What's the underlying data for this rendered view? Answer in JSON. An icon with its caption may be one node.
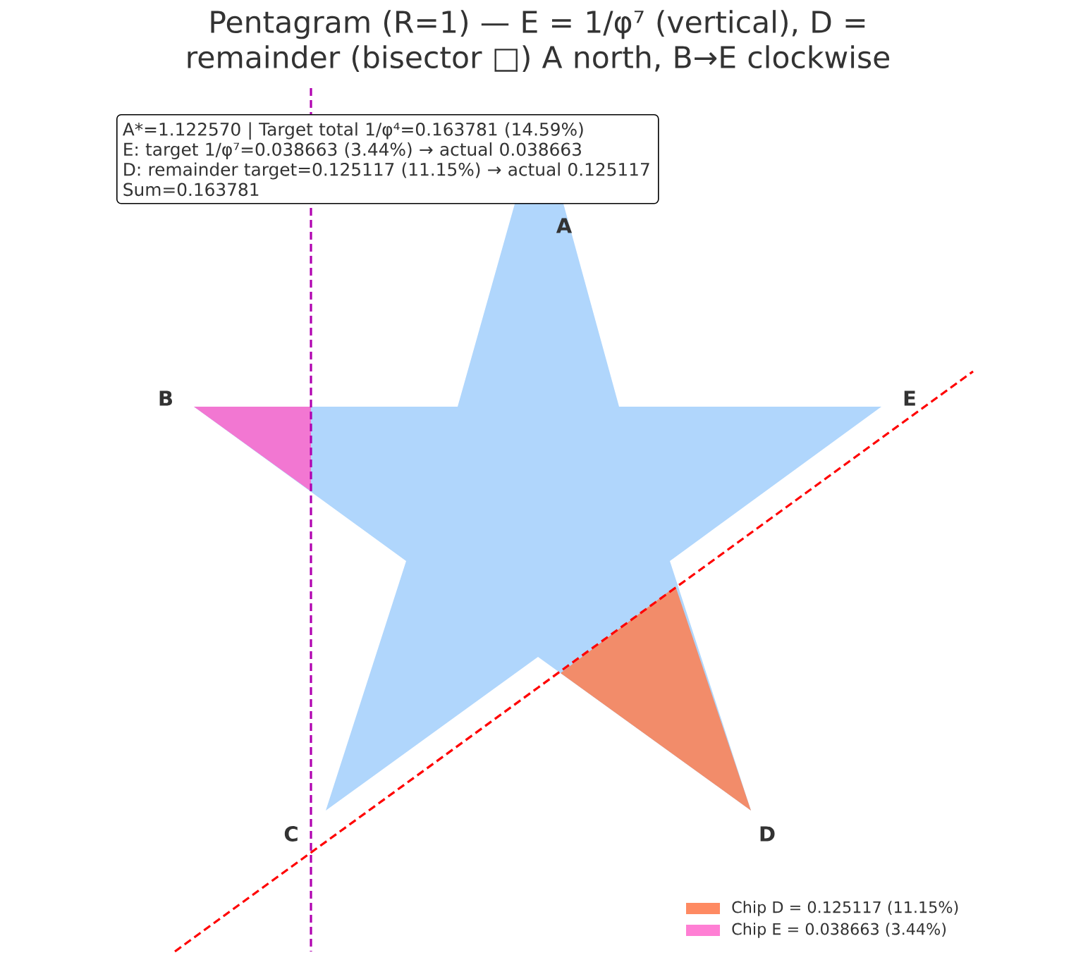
{
  "diagram": {
    "title": "Pentagram (R=1) — E = 1/φ⁷ (vertical), D = remainder (bisector □) A north, B→E clockwise",
    "nodes": [
      {
        "text": [
          "A*=1.122570  |  Target total 1/φ⁴=0.163781 (14.59%)",
          "E: target 1/φ⁷=0.038663 (3.44%) → actual 0.038663",
          "D: remainder target=0.125117 (11.15%) → actual 0.125117",
          "Sum=0.163781"
        ]
      }
    ],
    "labels": [
      "A",
      "B",
      "E",
      "C",
      "D"
    ],
    "legend": [
      {
        "text": "Chip D = 0.125117 (11.15%)",
        "color": "#fe8a62"
      },
      {
        "text": "Chip E = 0.038663 (3.44%)",
        "color": "#ff7fd4"
      }
    ]
  }
}
